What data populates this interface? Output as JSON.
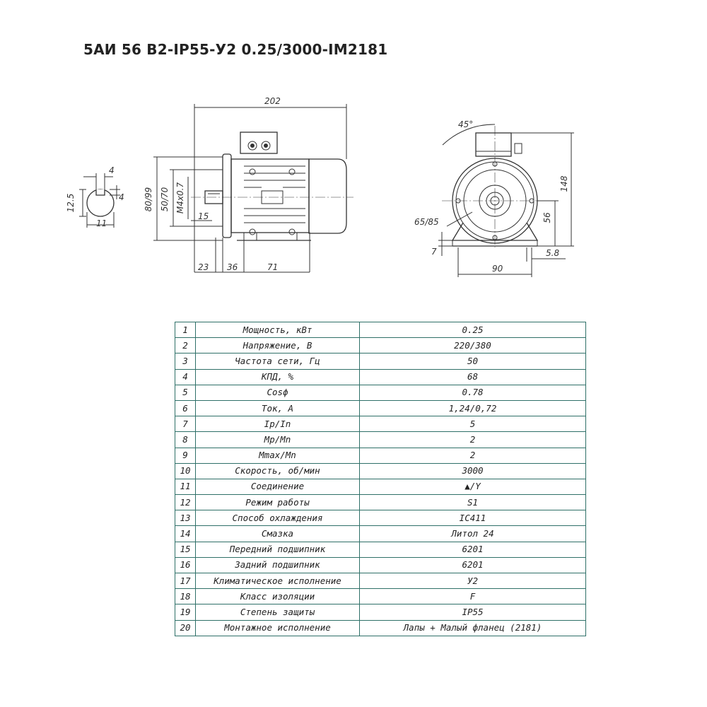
{
  "title": "5АИ 56 В2-IP55-У2 0.25/3000-IM2181",
  "colors": {
    "table_border": "#2f7068",
    "line": "#333333"
  },
  "drawing": {
    "key": {
      "d1": "4",
      "d2": "12.5",
      "d3": "4",
      "d4": "11"
    },
    "side": {
      "length": "202",
      "d1": "80/99",
      "d2": "50/70",
      "d3": "M4x0.7",
      "d4": "15",
      "d5": "23",
      "d6": "36",
      "d7": "71"
    },
    "front": {
      "angle": "45°",
      "height": "148",
      "shaft": "56",
      "flange": "65/85",
      "foot": "7",
      "width": "90",
      "hole": "5.8"
    }
  },
  "specs": [
    {
      "n": "1",
      "param": "Мощность, кВт",
      "value": "0.25"
    },
    {
      "n": "2",
      "param": "Напряжение, В",
      "value": "220/380"
    },
    {
      "n": "3",
      "param": "Частота сети, Гц",
      "value": "50"
    },
    {
      "n": "4",
      "param": "КПД, %",
      "value": "68"
    },
    {
      "n": "5",
      "param": "Cosϕ",
      "value": "0.78"
    },
    {
      "n": "6",
      "param": "Ток, А",
      "value": "1,24/0,72"
    },
    {
      "n": "7",
      "param": "Ip/In",
      "value": "5"
    },
    {
      "n": "8",
      "param": "Mp/Mn",
      "value": "2"
    },
    {
      "n": "9",
      "param": "Mmax/Mn",
      "value": "2"
    },
    {
      "n": "10",
      "param": "Скорость, об/мин",
      "value": "3000"
    },
    {
      "n": "11",
      "param": "Соединение",
      "value": "▲/Y"
    },
    {
      "n": "12",
      "param": "Режим работы",
      "value": "S1"
    },
    {
      "n": "13",
      "param": "Способ охлаждения",
      "value": "IC411"
    },
    {
      "n": "14",
      "param": "Смазка",
      "value": "Литол 24"
    },
    {
      "n": "15",
      "param": "Передний подшипник",
      "value": "6201"
    },
    {
      "n": "16",
      "param": "Задний подшипник",
      "value": "6201"
    },
    {
      "n": "17",
      "param": "Климатическое исполнение",
      "value": "У2"
    },
    {
      "n": "18",
      "param": "Класс изоляции",
      "value": "F"
    },
    {
      "n": "19",
      "param": "Степень защиты",
      "value": "IP55"
    },
    {
      "n": "20",
      "param": "Монтажное исполнение",
      "value": "Лапы + Малый фланец (2181)"
    }
  ]
}
